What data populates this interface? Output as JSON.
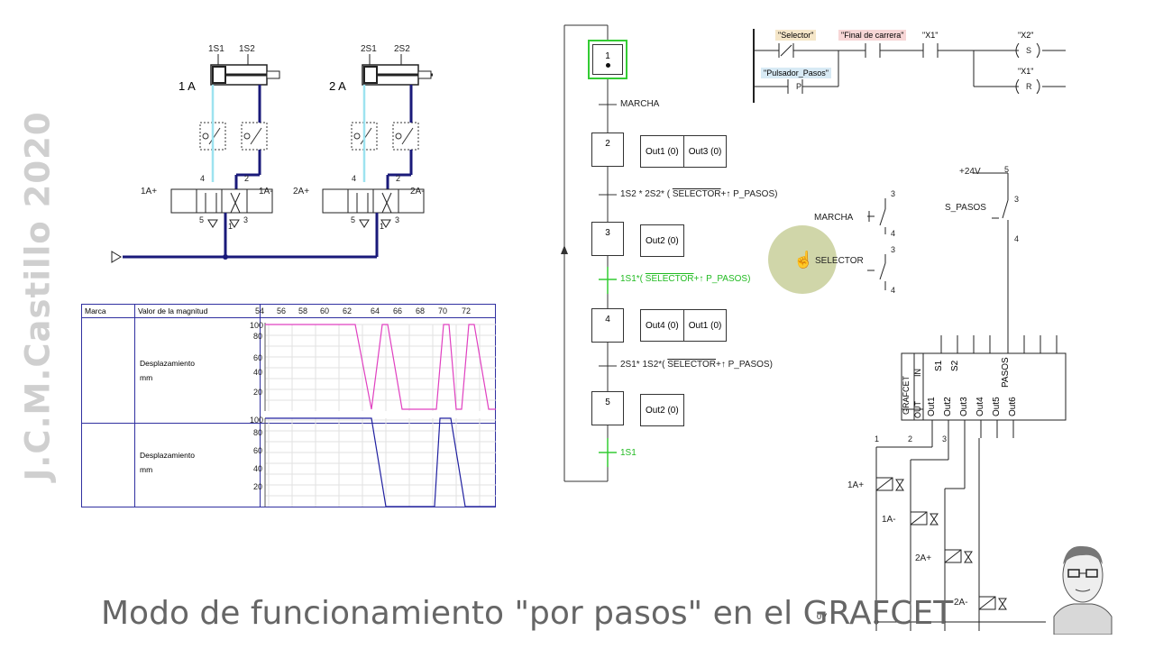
{
  "watermark": "J.C.M.Castillo 2020",
  "caption": "Modo de funcionamiento \"por pasos\" en el GRAFCET",
  "colors": {
    "accent_green": "#33cc33",
    "wire_blue": "#1a1a7a",
    "line_magenta": "#e040c0",
    "line_navy": "#2020a0",
    "cursor_bg": "#c8cf9a"
  },
  "pneumatic": {
    "cylinder_1": {
      "name": "1 A",
      "s1": "1S1",
      "s2": "1S2",
      "valve_left": "1A+",
      "valve_right": "1A-",
      "p4": "4",
      "p2": "2",
      "p5": "5",
      "p1": "1",
      "p3": "3"
    },
    "cylinder_2": {
      "name": "2 A",
      "s1": "2S1",
      "s2": "2S2",
      "valve_left": "2A+",
      "valve_right": "2A-",
      "p4": "4",
      "p2": "2",
      "p5": "5",
      "p1": "1",
      "p3": "3"
    }
  },
  "monitor": {
    "col_marca": "Marca",
    "col_valor": "Valor de la magnitud",
    "time_ticks": [
      "54",
      "56",
      "58",
      "60",
      "62",
      "64",
      "66",
      "68",
      "70",
      "72"
    ],
    "rows": [
      {
        "label": "Desplazamiento",
        "unit": "mm",
        "yticks": [
          "100",
          "80",
          "60",
          "40",
          "20"
        ]
      },
      {
        "label": "Desplazamiento",
        "unit": "mm",
        "yticks": [
          "100",
          "80",
          "60",
          "40",
          "20"
        ]
      }
    ]
  },
  "grafcet": {
    "steps": [
      {
        "num": "1",
        "actions": []
      },
      {
        "num": "2",
        "actions": [
          "Out1 (0)",
          "Out3 (0)"
        ]
      },
      {
        "num": "3",
        "actions": [
          "Out2 (0)"
        ]
      },
      {
        "num": "4",
        "actions": [
          "Out4 (0)",
          "Out1 (0)"
        ]
      },
      {
        "num": "5",
        "actions": [
          "Out2 (0)"
        ]
      }
    ],
    "transitions": [
      {
        "pre": "MARCHA",
        "over": "",
        "post": ""
      },
      {
        "pre": "1S2 * 2S2* ( ",
        "over": "SELECTOR",
        "post": "+↑ P_PASOS)"
      },
      {
        "pre": "1S1*( ",
        "over": "SELECTOR",
        "post": "+↑ P_PASOS)"
      },
      {
        "pre": "2S1* 1S2*( ",
        "over": "SELECTOR",
        "post": "+↑ P_PASOS)"
      },
      {
        "pre": "1S1",
        "over": "",
        "post": ""
      }
    ]
  },
  "ladder": {
    "selector": "\"Selector\"",
    "final": "\"Final de carrera\"",
    "x1": "\"X1\"",
    "x2": "\"X2\"",
    "x1b": "\"X1\"",
    "pulsador": "\"Pulsador_Pasos\"",
    "coil_s": "S",
    "coil_r": "R",
    "p": "P"
  },
  "electrical": {
    "marcha": "MARCHA",
    "selector": "SELECTOR",
    "s_pasos": "S_PASOS",
    "v24": "+24V",
    "n5": "5",
    "n3a": "3",
    "n4a": "4",
    "n3b": "3",
    "n4b": "4",
    "n3c": "3",
    "n4c": "4",
    "block_v1": "GRAFCET",
    "block_out": "OUT",
    "block_in": "IN",
    "inputs": [
      "S1",
      "S2",
      "PASOS"
    ],
    "outputs": [
      "Out1",
      "Out2",
      "Out3",
      "Out4",
      "Out5",
      "Out6"
    ],
    "w1": "1",
    "w2": "2",
    "w3": "3",
    "coils": [
      "1A+",
      "1A-",
      "2A+",
      "2A-"
    ],
    "ov": "0V"
  }
}
